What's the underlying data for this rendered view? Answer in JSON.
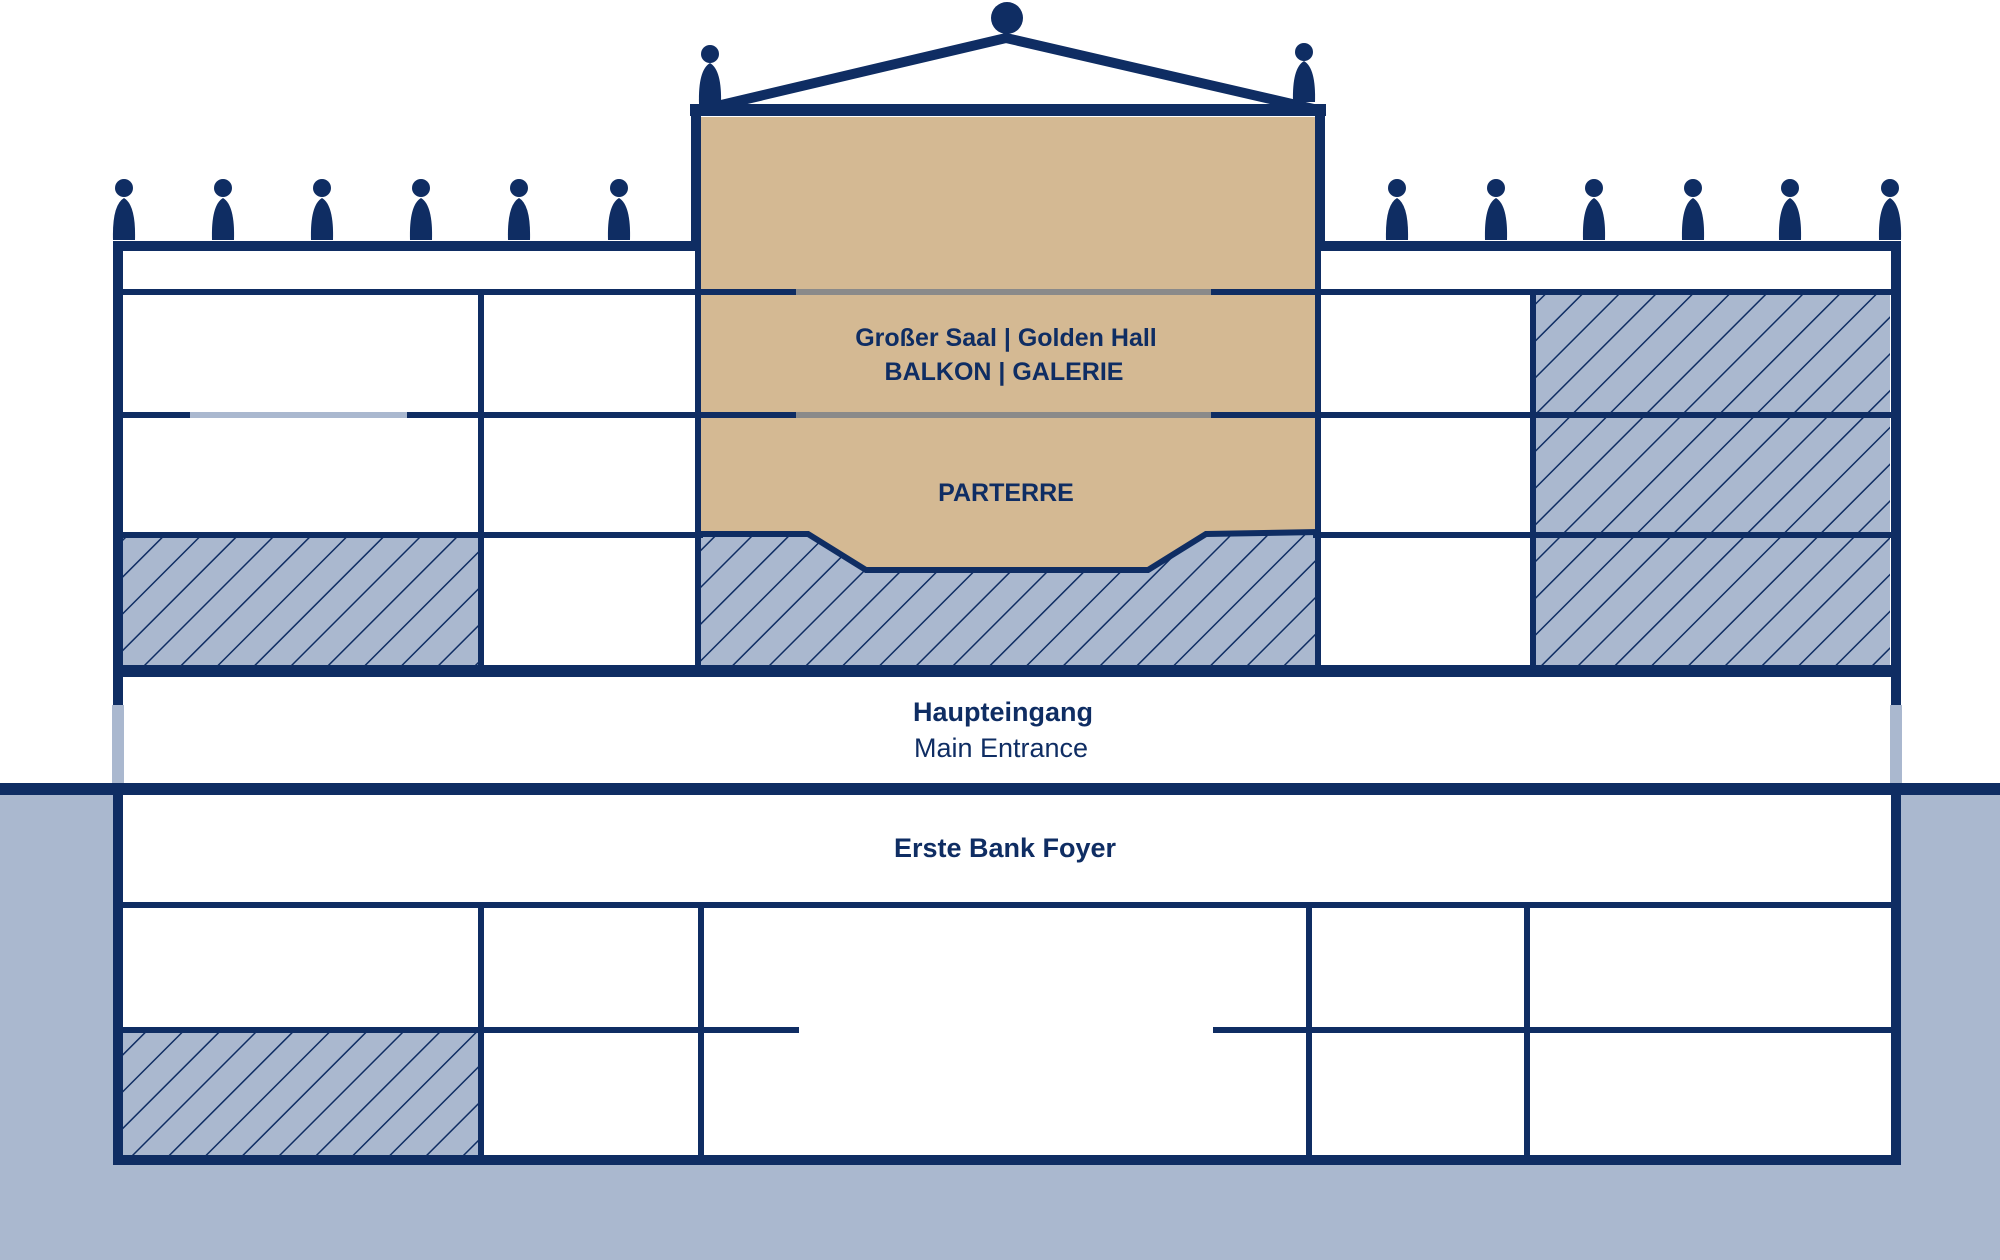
{
  "labels": {
    "grosser_saal": "Großer Saal | Golden Hall",
    "balkon_galerie": "BALKON | GALERIE",
    "parterre": "PARTERRE",
    "haupteingang": "Haupteingang",
    "main_entrance": "Main Entrance",
    "foyer": "Erste Bank Foyer"
  },
  "colors": {
    "navy": "#0f2d63",
    "gold_hall": "#d4b993",
    "ground": "#aab8cf",
    "hatch_fill": "#aab8cf",
    "background": "#ffffff"
  }
}
